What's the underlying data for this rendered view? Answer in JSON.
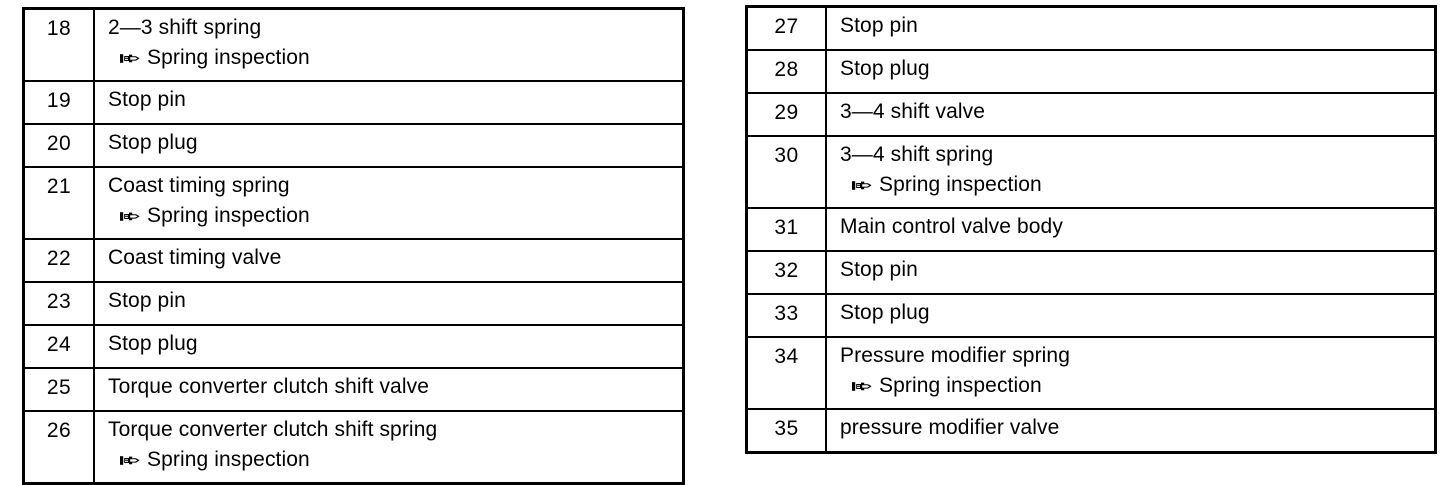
{
  "document": {
    "type": "parts-reference-table",
    "icon_note_glyph": "pointing-hand"
  },
  "tables": [
    {
      "id": "left",
      "rows": [
        {
          "num": "18",
          "desc": "2—3 shift spring",
          "note": "Spring inspection"
        },
        {
          "num": "19",
          "desc": "Stop pin",
          "note": ""
        },
        {
          "num": "20",
          "desc": "Stop plug",
          "note": ""
        },
        {
          "num": "21",
          "desc": "Coast timing spring",
          "note": "Spring inspection"
        },
        {
          "num": "22",
          "desc": "Coast timing valve",
          "note": ""
        },
        {
          "num": "23",
          "desc": "Stop pin",
          "note": ""
        },
        {
          "num": "24",
          "desc": "Stop plug",
          "note": ""
        },
        {
          "num": "25",
          "desc": "Torque converter clutch shift valve",
          "note": ""
        },
        {
          "num": "26",
          "desc": "Torque converter clutch shift spring",
          "note": "Spring inspection"
        }
      ]
    },
    {
      "id": "right",
      "rows": [
        {
          "num": "27",
          "desc": "Stop pin",
          "note": ""
        },
        {
          "num": "28",
          "desc": "Stop plug",
          "note": ""
        },
        {
          "num": "29",
          "desc": "3—4 shift valve",
          "note": ""
        },
        {
          "num": "30",
          "desc": "3—4 shift spring",
          "note": "Spring inspection"
        },
        {
          "num": "31",
          "desc": "Main control valve body",
          "note": ""
        },
        {
          "num": "32",
          "desc": "Stop pin",
          "note": ""
        },
        {
          "num": "33",
          "desc": "Stop plug",
          "note": ""
        },
        {
          "num": "34",
          "desc": "Pressure modifier spring",
          "note": "Spring inspection"
        },
        {
          "num": "35",
          "desc": "pressure modifier valve",
          "note": ""
        }
      ]
    }
  ],
  "colors": {
    "ink": "#000000",
    "paper": "#ffffff"
  }
}
